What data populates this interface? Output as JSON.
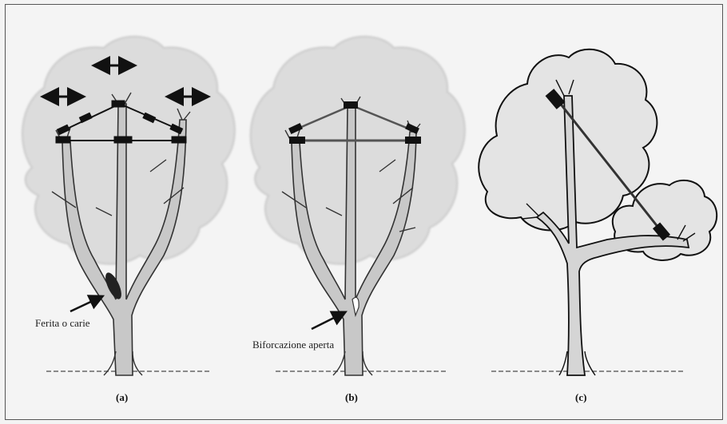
{
  "panels": [
    {
      "label": "(a)",
      "annotation": "Ferita o carie"
    },
    {
      "label": "(b)",
      "annotation": "Biforcazione aperta"
    },
    {
      "label": "(c)",
      "annotation": ""
    }
  ]
}
